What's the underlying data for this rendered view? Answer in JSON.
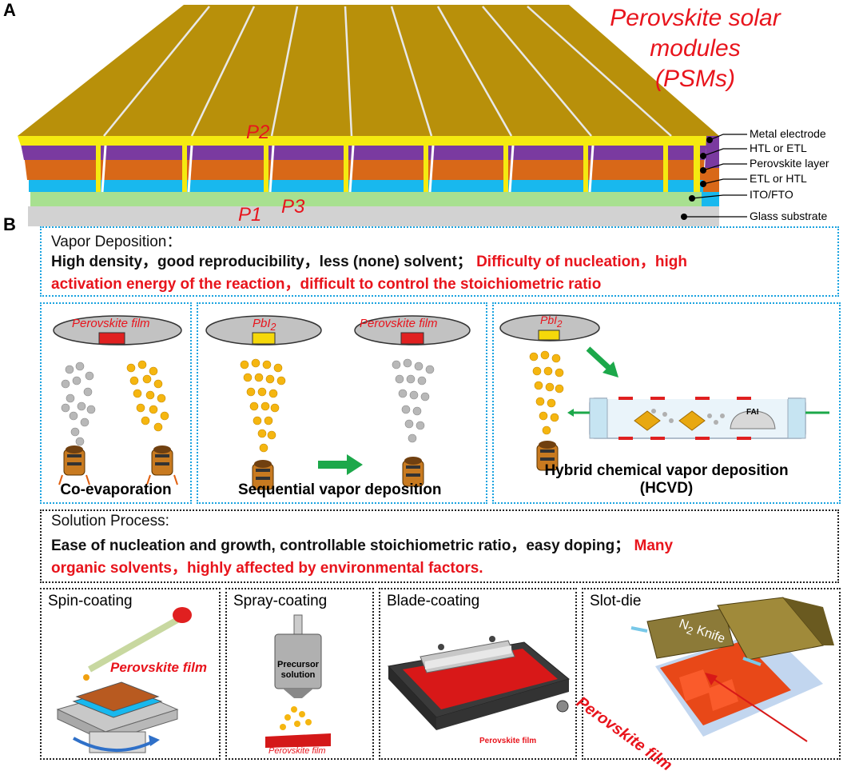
{
  "panelA": {
    "letter": "A",
    "title_line1": "Perovskite solar modules",
    "title_line2": "(PSMs)",
    "layers": [
      "Metal electrode",
      "HTL or ETL",
      "Perovskite layer",
      "ETL or HTL",
      "ITO/FTO",
      "Glass substrate"
    ],
    "scribes": [
      "P2",
      "P1",
      "P3"
    ],
    "colors": {
      "metal": "#b8900a",
      "htl": "#f5ea10",
      "perovskite_upper": "#7a3aa0",
      "perovskite_lower": "#d86818",
      "etl": "#18b8ee",
      "ito": "#a8e090",
      "glass": "#d0d0d0"
    }
  },
  "panelB": {
    "letter": "B",
    "vapor": {
      "heading": "Vapor Deposition：",
      "line1_black": "High density，good reproducibility，less (none) solvent；",
      "line1_red": "Difficulty of nucleation，high",
      "line2_red": "activation energy of the reaction，difficult to control the stoichiometric ratio",
      "methods": {
        "co_evaporation": "Co-evaporation",
        "sequential": "Sequential vapor deposition",
        "hcvd_line1": "Hybrid chemical vapor deposition",
        "hcvd_line2": "(HCVD)"
      },
      "labels": {
        "film": "Perovskite film",
        "pbi2": "PbI",
        "pbi2_sub": "2",
        "fai": "FAI"
      }
    },
    "solution": {
      "heading": "Solution Process:",
      "line1_black": "Ease of nucleation and growth, controllable stoichiometric ratio，easy doping；",
      "line1_red": "Many",
      "line2_red": "organic solvents，highly affected by environmental factors.",
      "methods": {
        "spin": "Spin-coating",
        "spray": "Spray-coating",
        "blade": "Blade-coating",
        "slot": "Slot-die"
      },
      "labels": {
        "film": "Perovskite film",
        "precursor_line1": "Precursor",
        "precursor_line2": "solution",
        "n2": "N",
        "n2_sub": "2",
        "knife": "Knife"
      }
    }
  }
}
